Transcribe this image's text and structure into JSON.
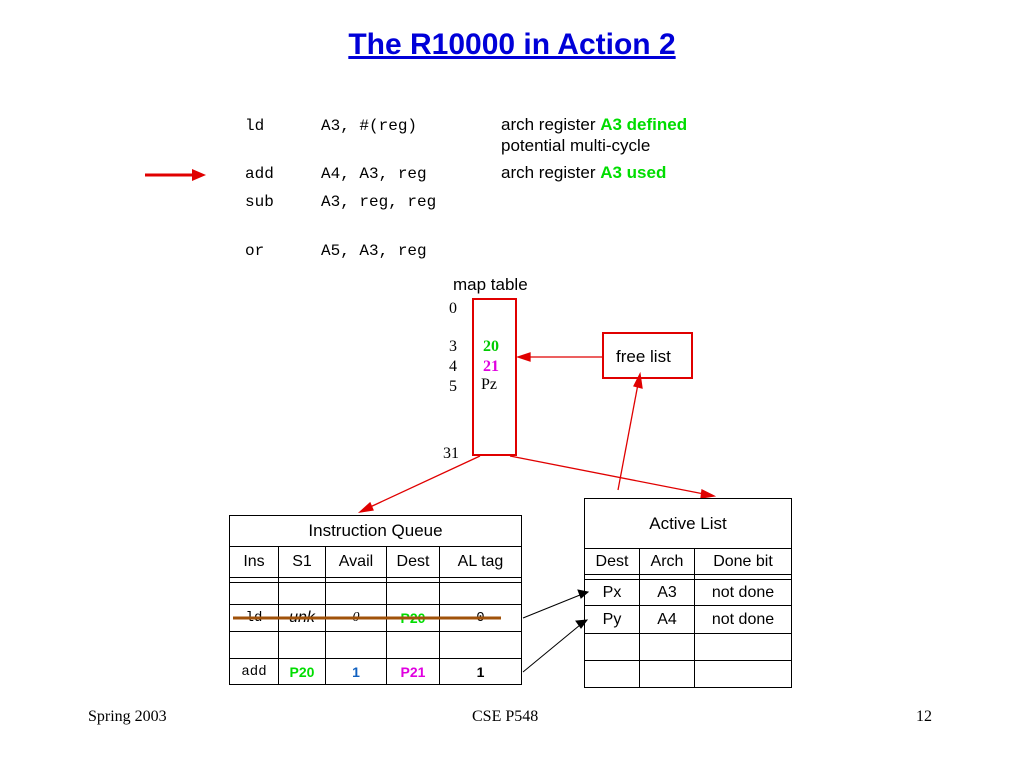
{
  "title": "The R10000 in Action 2",
  "code": [
    {
      "op": "ld",
      "args": "A3, #(reg)"
    },
    {
      "op": "add",
      "args": "A4, A3, reg"
    },
    {
      "op": "sub",
      "args": "A3, reg, reg"
    },
    {
      "op": "or",
      "args": "A5, A3, reg"
    }
  ],
  "notes": {
    "n1_prefix": "arch register ",
    "n1_highlight": "A3 defined",
    "n2": "potential multi-cycle",
    "n3_prefix": "arch register ",
    "n3_highlight": "A3 used"
  },
  "map_table": {
    "label": "map table",
    "index": {
      "r0": "0",
      "r3": "3",
      "r4": "4",
      "r5": "5",
      "r31": "31"
    },
    "entries": {
      "a3": "20",
      "a4": "21",
      "a5": "Pz"
    }
  },
  "free_list": "free list",
  "instruction_queue": {
    "title": "Instruction Queue",
    "headers": [
      "Ins",
      "S1",
      "Avail",
      "Dest",
      "AL tag"
    ],
    "ld_row": [
      "ld",
      "unk",
      "0",
      "P20",
      "0"
    ],
    "add_row": [
      "add",
      "P20",
      "1",
      "P21",
      "1"
    ]
  },
  "active_list": {
    "title": "Active List",
    "headers": [
      "Dest",
      "Arch",
      "Done bit"
    ],
    "rows": [
      [
        "Px",
        "A3",
        "not done"
      ],
      [
        "Py",
        "A4",
        "not done"
      ]
    ]
  },
  "colors": {
    "title": "#0000d8",
    "green": "#00dd00",
    "magenta": "#e000e0",
    "red": "#e00000",
    "strike": "#a0520a"
  },
  "footer": {
    "left": "Spring 2003",
    "center": "CSE P548",
    "right": "12"
  }
}
